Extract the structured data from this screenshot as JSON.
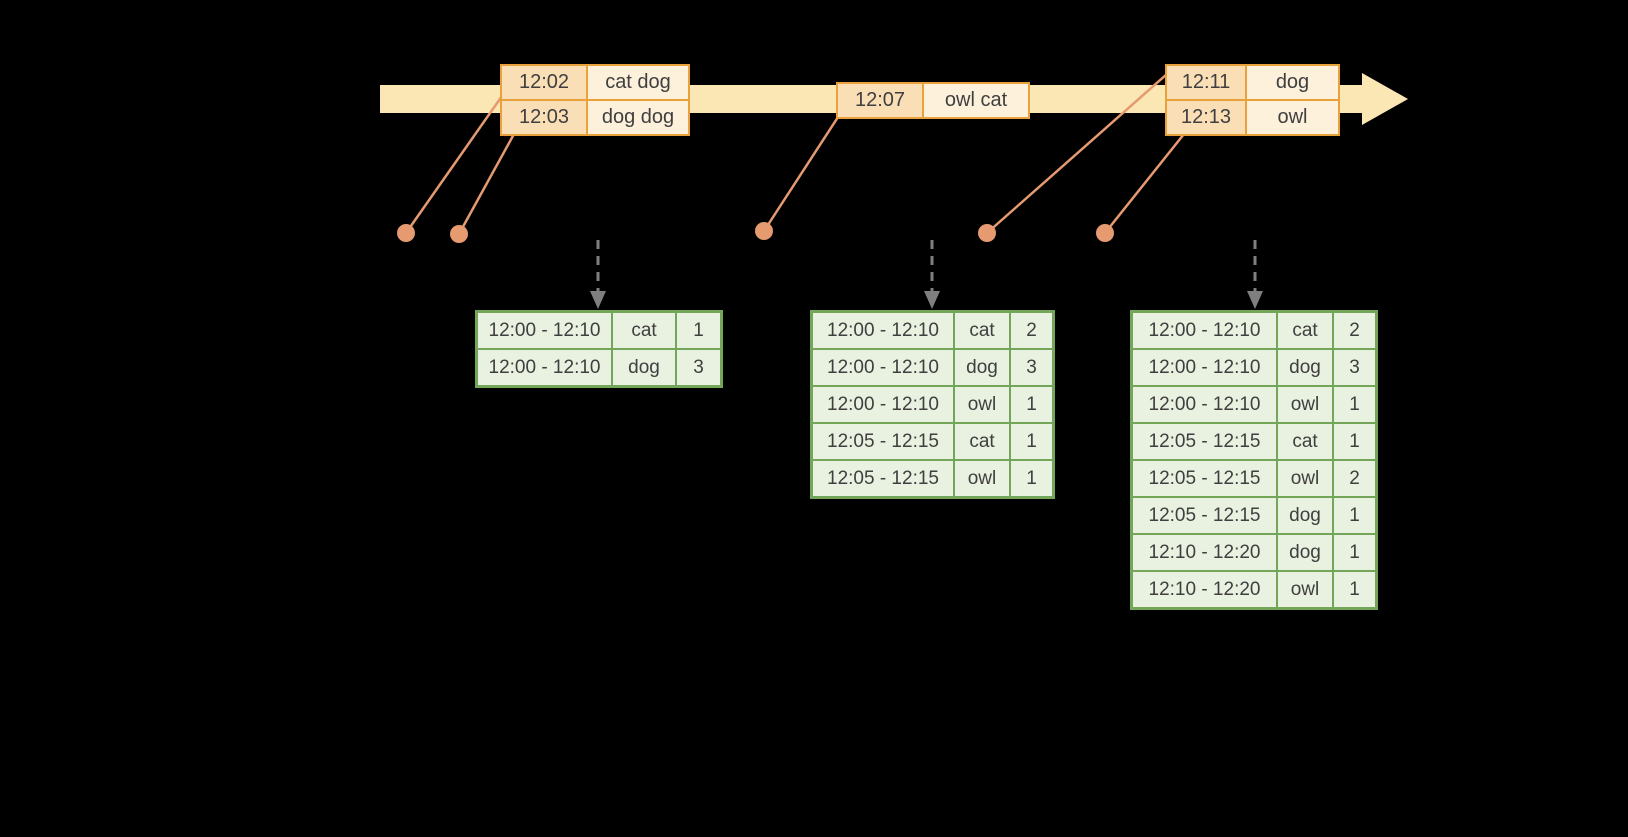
{
  "colors": {
    "background": "#000000",
    "timeline_fill": "#FBE7B3",
    "event_border": "#E9A13B",
    "event_time_fill": "#FADEB6",
    "event_word_fill": "#FDF1DB",
    "connector": "#E69A70",
    "trigger_arrow": "#7F7F7F",
    "table_border": "#74A65A",
    "table_fill": "#E9F1E0",
    "text": "#3F3F3F"
  },
  "timeline": {
    "events": [
      {
        "entries": [
          {
            "time": "12:02",
            "words": "cat dog"
          },
          {
            "time": "12:03",
            "words": "dog dog"
          }
        ]
      },
      {
        "entries": [
          {
            "time": "12:07",
            "words": "owl cat"
          }
        ]
      },
      {
        "entries": [
          {
            "time": "12:11",
            "words": "dog"
          },
          {
            "time": "12:13",
            "words": "owl"
          }
        ]
      }
    ]
  },
  "result_tables": [
    {
      "rows": [
        {
          "window": "12:00 - 12:10",
          "word": "cat",
          "count": "1"
        },
        {
          "window": "12:00 - 12:10",
          "word": "dog",
          "count": "3"
        }
      ]
    },
    {
      "rows": [
        {
          "window": "12:00 - 12:10",
          "word": "cat",
          "count": "2"
        },
        {
          "window": "12:00 - 12:10",
          "word": "dog",
          "count": "3"
        },
        {
          "window": "12:00 - 12:10",
          "word": "owl",
          "count": "1"
        },
        {
          "window": "12:05 - 12:15",
          "word": "cat",
          "count": "1"
        },
        {
          "window": "12:05 - 12:15",
          "word": "owl",
          "count": "1"
        }
      ]
    },
    {
      "rows": [
        {
          "window": "12:00 - 12:10",
          "word": "cat",
          "count": "2"
        },
        {
          "window": "12:00 - 12:10",
          "word": "dog",
          "count": "3"
        },
        {
          "window": "12:00 - 12:10",
          "word": "owl",
          "count": "1"
        },
        {
          "window": "12:05 - 12:15",
          "word": "cat",
          "count": "1"
        },
        {
          "window": "12:05 - 12:15",
          "word": "owl",
          "count": "2"
        },
        {
          "window": "12:05 - 12:15",
          "word": "dog",
          "count": "1"
        },
        {
          "window": "12:10 - 12:20",
          "word": "dog",
          "count": "1"
        },
        {
          "window": "12:10 - 12:20",
          "word": "owl",
          "count": "1"
        }
      ]
    }
  ]
}
